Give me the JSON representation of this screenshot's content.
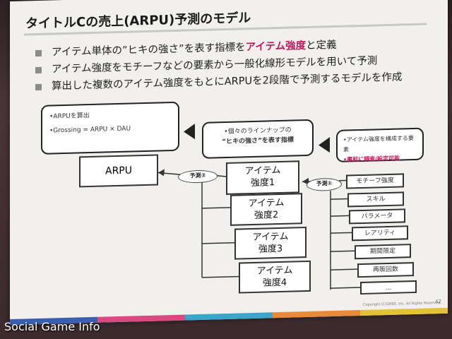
{
  "slide": {
    "title": "タイトルCの売上(ARPU)予測のモデル",
    "bullets": [
      {
        "pre": "アイテム単体の”ヒキの強さ”を表す指標を",
        "highlight": "アイテム強度",
        "post": "と定義"
      },
      {
        "text": "アイテム強度をモチーフなどの要素から一般化線形モデルを用いて予測"
      },
      {
        "text": "算出した複数のアイテム強度をもとにARPUを2段階で予測するモデルを作成"
      }
    ],
    "callout_arpu": {
      "line1": "•ARPUを算出",
      "line2": "•Grossing = ARPU × DAU"
    },
    "callout_lineup": {
      "line1": "•個々のラインナップの",
      "line2": "“ヒキの強さ”を表す指標"
    },
    "callout_factors": {
      "line1": "•アイテム強度を構成する要素",
      "line2": "•事前に調査/設定可能"
    },
    "arpu_label": "ARPU",
    "predict2": "予測②",
    "predict1": "予測①",
    "items": [
      {
        "line1": "アイテム",
        "line2": "強度1"
      },
      {
        "line1": "アイテム",
        "line2": "強度2"
      },
      {
        "line1": "アイテム",
        "line2": "強度3"
      },
      {
        "line1": "アイテム",
        "line2": "強度4"
      }
    ],
    "factors": [
      "モチーフ強度",
      "スキル",
      "パラメータ",
      "レアリティ",
      "期間限定",
      "再販回数",
      "…"
    ],
    "page_number": "42",
    "copyright": "Copyright (C)GREE, Inc. All Rights Reserved."
  },
  "logo": "Social Game Info",
  "colors": {
    "highlight": "#c2185b",
    "stripe_blue": "#3a5fb0",
    "stripe_pink": "#d84a80",
    "stripe_cyan": "#3aa6c9",
    "stripe_orange": "#e78a3a",
    "stripe_yellow": "#e3c23a"
  }
}
